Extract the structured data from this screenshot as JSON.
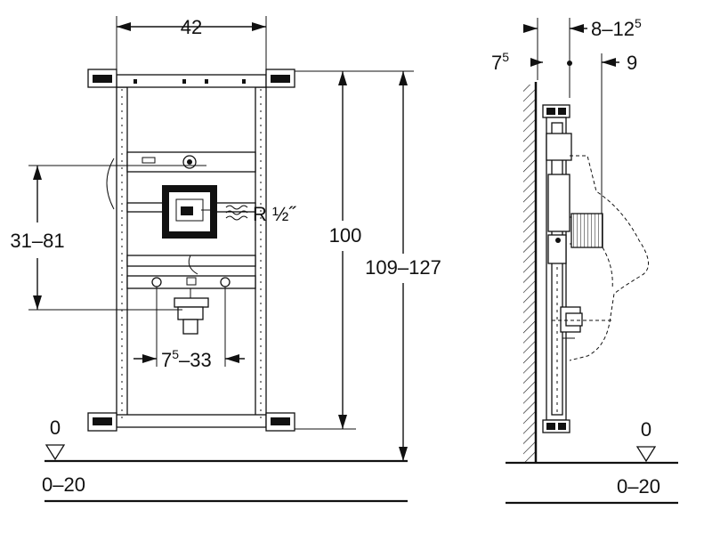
{
  "front_view": {
    "width_label": "42",
    "height_frame_label": "100",
    "height_total_label": "109–127",
    "height_range_label": "31–81",
    "spacing_main": "7",
    "spacing_sup": "5",
    "spacing_rest": "–33",
    "water_connection_label": "R ½˝",
    "floor_zero_label": "0",
    "floor_range_label": "0–20"
  },
  "side_view": {
    "depth_range_main": "8–12",
    "depth_range_sup": "5",
    "wall_offset_main": "7",
    "wall_offset_sup": "5",
    "axis_offset_label": "9",
    "floor_zero_label": "0",
    "floor_range_label": "0–20"
  }
}
